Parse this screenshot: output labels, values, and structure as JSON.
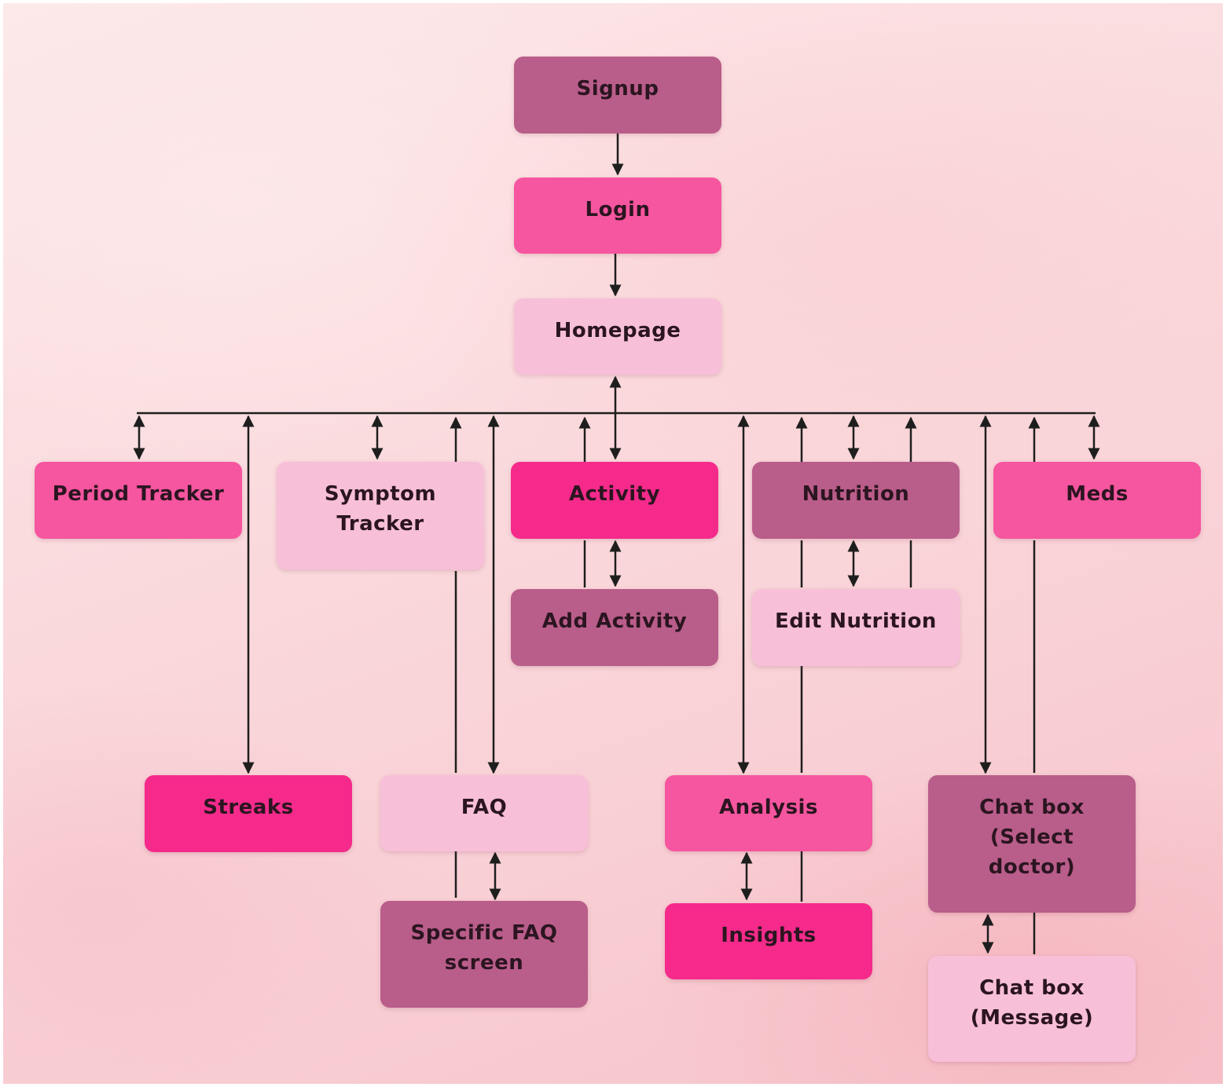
{
  "colors": {
    "mauve": "#b95d8a",
    "pink": "#f6559f",
    "magenta": "#f52a8b",
    "light_pink": "#f8bfd9",
    "connector": "#1e1e1e"
  },
  "nodes": {
    "signup": "Signup",
    "login": "Login",
    "homepage": "Homepage",
    "period_tracker": "Period Tracker",
    "symptom_tracker": "Symptom Tracker",
    "activity": "Activity",
    "nutrition": "Nutrition",
    "meds": "Meds",
    "add_activity": "Add Activity",
    "edit_nutrition": "Edit Nutrition",
    "streaks": "Streaks",
    "faq": "FAQ",
    "specific_faq": "Specific FAQ screen",
    "analysis": "Analysis",
    "insights": "Insights",
    "chat_select": "Chat box (Select doctor)",
    "chat_message": "Chat box (Message)"
  },
  "edges": [
    {
      "from": "Signup",
      "to": "Login",
      "direction": "one-way"
    },
    {
      "from": "Login",
      "to": "Homepage",
      "direction": "one-way"
    },
    {
      "from": "Homepage",
      "to": "Period Tracker",
      "direction": "two-way"
    },
    {
      "from": "Homepage",
      "to": "Symptom Tracker",
      "direction": "two-way"
    },
    {
      "from": "Homepage",
      "to": "Activity",
      "direction": "two-way"
    },
    {
      "from": "Homepage",
      "to": "Nutrition",
      "direction": "two-way"
    },
    {
      "from": "Homepage",
      "to": "Meds",
      "direction": "two-way"
    },
    {
      "from": "Homepage",
      "to": "Streaks",
      "direction": "two-way"
    },
    {
      "from": "Homepage",
      "to": "FAQ",
      "direction": "two-way"
    },
    {
      "from": "Homepage",
      "to": "Analysis",
      "direction": "two-way"
    },
    {
      "from": "Homepage",
      "to": "Chat box (Select doctor)",
      "direction": "two-way"
    },
    {
      "from": "Activity",
      "to": "Add Activity",
      "direction": "two-way"
    },
    {
      "from": "Nutrition",
      "to": "Edit Nutrition",
      "direction": "two-way"
    },
    {
      "from": "FAQ",
      "to": "Specific FAQ screen",
      "direction": "two-way"
    },
    {
      "from": "Analysis",
      "to": "Insights",
      "direction": "two-way"
    },
    {
      "from": "Chat box (Select doctor)",
      "to": "Chat box (Message)",
      "direction": "two-way"
    }
  ]
}
